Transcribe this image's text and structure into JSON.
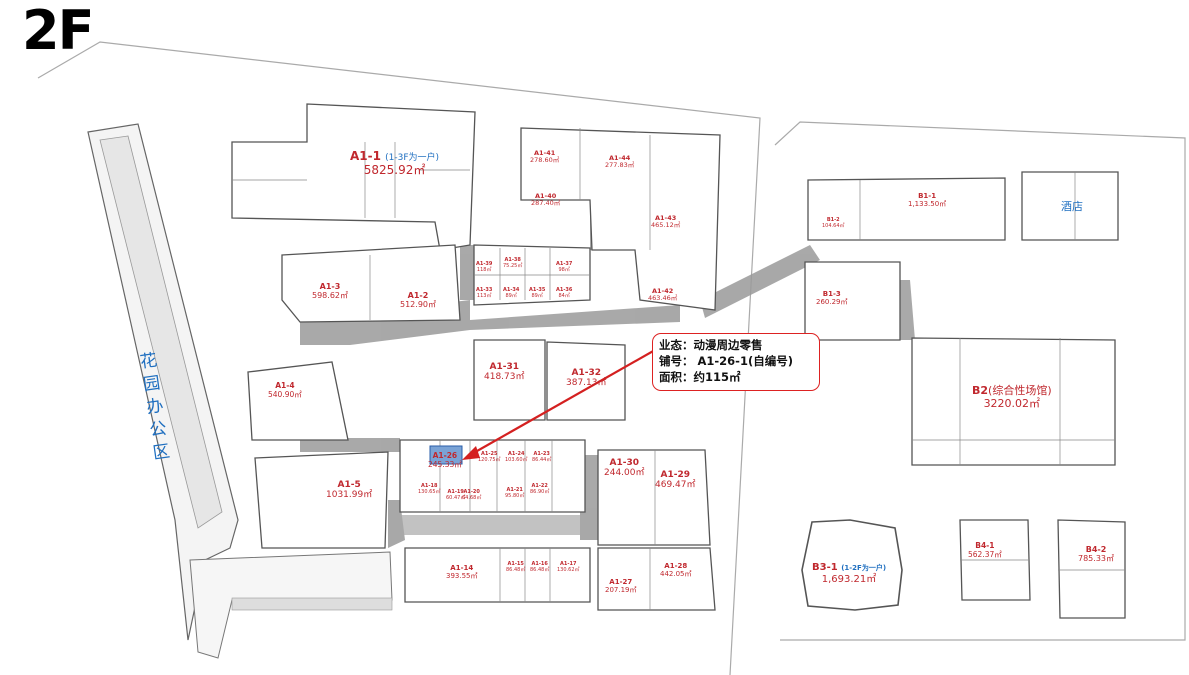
{
  "floor_label": "2F",
  "garden_office": [
    "花",
    "园",
    "办",
    "公",
    "区"
  ],
  "hotel_label": "酒店",
  "callout": {
    "line1": "业态：动漫周边零售",
    "line2": "铺号：  A1-26-1(自编号)",
    "line3": "面积：约115㎡"
  },
  "colors": {
    "unit_label": "#c0282e",
    "note_blue": "#1f6fc0",
    "highlight": "#7aa3d6",
    "arrow": "#d42020",
    "corridor": "#9a9a9a"
  },
  "units": [
    {
      "id": "A1-1",
      "area": "5825.92㎡",
      "note": "(1-3F为一户)"
    },
    {
      "id": "A1-41",
      "area": "278.60㎡"
    },
    {
      "id": "A1-44",
      "area": "277.83㎡"
    },
    {
      "id": "A1-40",
      "area": "287.40㎡"
    },
    {
      "id": "A1-43",
      "area": "465.12㎡"
    },
    {
      "id": "A1-3",
      "area": "598.62㎡"
    },
    {
      "id": "A1-2",
      "area": "512.90㎡"
    },
    {
      "id": "A1-39",
      "area": "118㎡"
    },
    {
      "id": "A1-38",
      "area": "75.25㎡"
    },
    {
      "id": "A1-37",
      "area": "98㎡"
    },
    {
      "id": "A1-33",
      "area": "113㎡"
    },
    {
      "id": "A1-34",
      "area": "89㎡"
    },
    {
      "id": "A1-35",
      "area": "89㎡"
    },
    {
      "id": "A1-36",
      "area": "84㎡"
    },
    {
      "id": "A1-42",
      "area": "463.46㎡"
    },
    {
      "id": "A1-4",
      "area": "540.90㎡"
    },
    {
      "id": "A1-31",
      "area": "418.73㎡"
    },
    {
      "id": "A1-32",
      "area": "387.13㎡"
    },
    {
      "id": "A1-5",
      "area": "1031.99㎡"
    },
    {
      "id": "A1-26",
      "area": "245.33㎡"
    },
    {
      "id": "A1-25",
      "area": "120.75㎡"
    },
    {
      "id": "A1-24",
      "area": "103.60㎡"
    },
    {
      "id": "A1-23",
      "area": "86.44㎡"
    },
    {
      "id": "A1-18",
      "area": "130.65㎡"
    },
    {
      "id": "A1-19",
      "area": "60.47㎡"
    },
    {
      "id": "A1-20",
      "area": "64.68㎡"
    },
    {
      "id": "A1-21",
      "area": "95.80㎡"
    },
    {
      "id": "A1-22",
      "area": "86.90㎡"
    },
    {
      "id": "A1-30",
      "area": "244.00㎡"
    },
    {
      "id": "A1-29",
      "area": "469.47㎡"
    },
    {
      "id": "A1-14",
      "area": "393.55㎡"
    },
    {
      "id": "A1-15",
      "area": "86.48㎡"
    },
    {
      "id": "A1-16",
      "area": "86.48㎡"
    },
    {
      "id": "A1-17",
      "area": "130.62㎡"
    },
    {
      "id": "A1-27",
      "area": "207.19㎡"
    },
    {
      "id": "A1-28",
      "area": "442.05㎡"
    },
    {
      "id": "B1-1",
      "area": "1,133.50㎡"
    },
    {
      "id": "B1-2",
      "area": "104.64㎡"
    },
    {
      "id": "B1-3",
      "area": "260.29㎡"
    },
    {
      "id": "B2",
      "area": "3220.02㎡",
      "note": "(综合性场馆)"
    },
    {
      "id": "B3-1",
      "area": "1,693.21㎡",
      "note": "(1-2F为一户)"
    },
    {
      "id": "B4-1",
      "area": "562.37㎡"
    },
    {
      "id": "B4-2",
      "area": "785.33㎡"
    }
  ]
}
